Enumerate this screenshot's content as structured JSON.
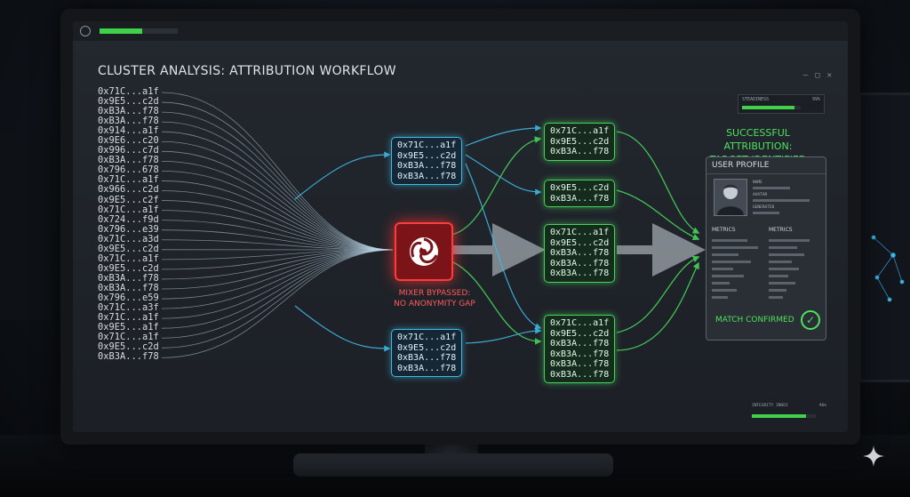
{
  "window": {
    "title": "CLUSTER ANALYSIS: ATTRIBUTION WORKFLOW",
    "progress_fraction": 0.55,
    "controls": [
      "–",
      "▢",
      "✕"
    ]
  },
  "status_mini": {
    "label": "STEADINESS",
    "percent_label": "99%",
    "fraction": 0.9
  },
  "source_addresses": [
    "0x71C...a1f",
    "0x9E5...c2d",
    "0xB3A...f78",
    "0xB3A...f78",
    "0x914...a1f",
    "0x9E6...c20",
    "0x996...c7d",
    "0xB3A...f78",
    "0x796...678",
    "0x71C...a1f",
    "0x966...c2d",
    "0x9E5...c2f",
    "0x71C...a1f",
    "0x724...f9d",
    "0x796...e39",
    "0x71C...a3d",
    "0x9E5...c2d",
    "0x71C...a1f",
    "0x9E5...c2d",
    "0xB3A...f78",
    "0xB3A...f78",
    "0x796...e59",
    "0x71C...a3f",
    "0x71C...a1f",
    "0x9E5...a1f",
    "0x71C...a1f",
    "0x9E5...c2d",
    "0xB3A...f78"
  ],
  "blue_clusters": [
    {
      "lines": [
        "0x71C...a1f",
        "0x9E5...c2d",
        "0xB3A...f78",
        "0xB3A...f78"
      ]
    },
    {
      "lines": [
        "0x71C...a1f",
        "0x9E5...c2d",
        "0xB3A...f78",
        "0xB3A...f78"
      ]
    }
  ],
  "mixer": {
    "label_line1": "MIXER BYPASSED:",
    "label_line2": "NO ANONYMITY GAP",
    "icon": "swirl-icon",
    "color": "#ff3b3b"
  },
  "green_clusters": [
    {
      "lines": [
        "0x71C...a1f",
        "0x9E5...c2d",
        "0xB3A...f78"
      ]
    },
    {
      "lines": [
        "0x9E5...c2d",
        "0xB3A...f78"
      ]
    },
    {
      "lines": [
        "0x71C...a1f",
        "0x9E5...c2d",
        "0xB3A...f78",
        "0xB3A...f78",
        "0xB3A...f78"
      ]
    },
    {
      "lines": [
        "0x71C...a1f",
        "0x9E5...c2d",
        "0xB3A...f78",
        "0xB3A...f78",
        "0xB3A...f78",
        "0xB3A...f78"
      ]
    }
  ],
  "attribution": {
    "line1": "SUCCESSFUL ATTRIBUTION:",
    "line2": "TARGET IDENTIFIED",
    "color": "#4ee05e"
  },
  "profile": {
    "header": "USER PROFILE",
    "fields": [
      "NAME",
      "AVATAR",
      "GENERATED"
    ],
    "metrics_left_title": "METRICS",
    "metrics_right_title": "METRICS",
    "match_label": "MATCH CONFIRMED",
    "check_glyph": "✓"
  },
  "bottom_mini": {
    "label": "INTEGRITY INDEX",
    "percent_label": "96%",
    "fraction": 0.85
  },
  "colors": {
    "blue": "#3fb9e6",
    "green": "#46d35a",
    "red": "#ff3b3b"
  }
}
